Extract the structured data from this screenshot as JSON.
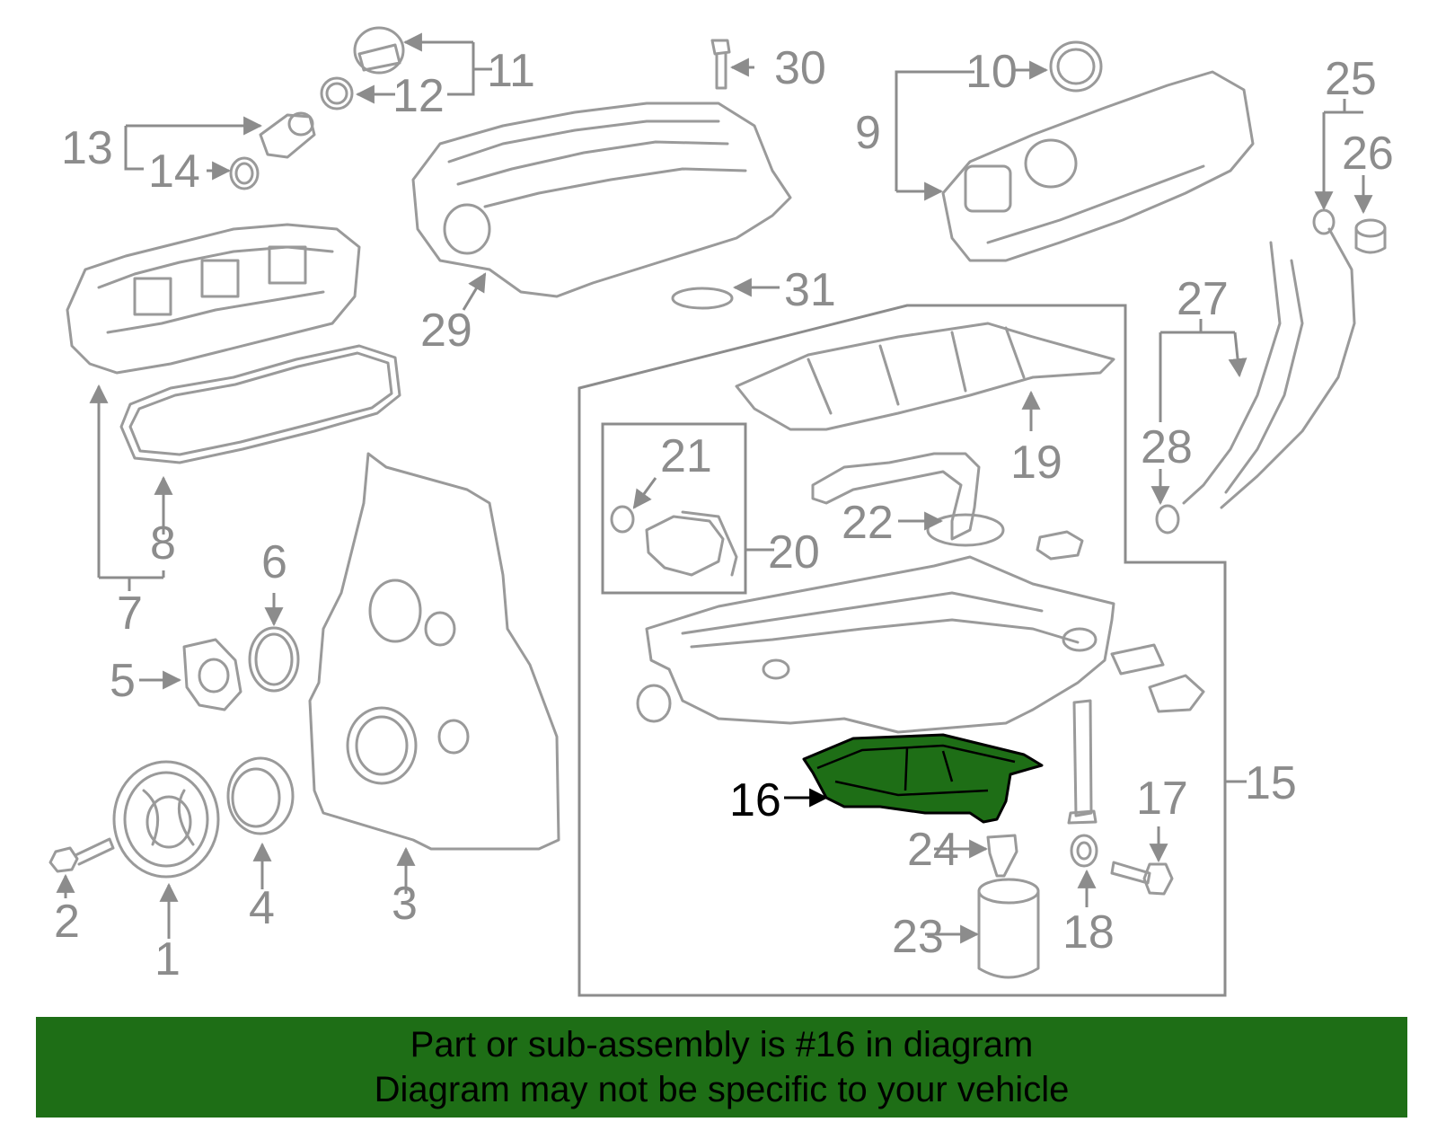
{
  "diagram": {
    "highlight_color": "#1e6e16",
    "highlighted_part": "16",
    "callouts": [
      "1",
      "2",
      "3",
      "4",
      "5",
      "6",
      "7",
      "8",
      "9",
      "10",
      "11",
      "12",
      "13",
      "14",
      "15",
      "16",
      "17",
      "18",
      "19",
      "20",
      "21",
      "22",
      "23",
      "24",
      "25",
      "26",
      "27",
      "28",
      "29",
      "30",
      "31"
    ]
  },
  "banner": {
    "line1": "Part or sub-assembly is #16 in diagram",
    "line2": "Diagram may not be specific to your vehicle",
    "background": "#1e6e16"
  }
}
